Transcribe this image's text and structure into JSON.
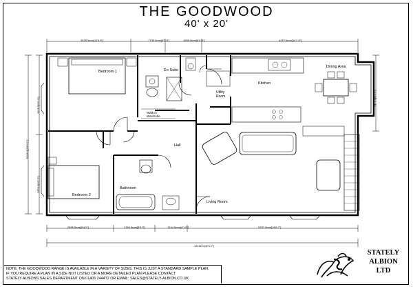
{
  "header": {
    "title": "THE GOODWOOD",
    "size": "40' x 20'"
  },
  "rooms": {
    "bedroom1": "Bedroom 1",
    "ensuite": "En-Suite",
    "walkin": "Walk-in Wardrobe",
    "utility": "Utility Room",
    "kitchen": "Kitchen",
    "dining": "Dining Area",
    "hall": "Hall",
    "bedroom2": "Bedroom 2",
    "bathroom": "Bathroom",
    "living": "Living Room"
  },
  "dimensions": {
    "top": [
      "3528.5mm[11'6.9\"]",
      "1708.0mm[5'7.0\"]",
      "1855.5mm[6'0.9\"]",
      "4315.5mm[14'1.9\"]"
    ],
    "bottom": [
      "2859.5mm[9'4.5\"]",
      "1760.5mm[5'9.3\"]",
      "1244.5mm[4'1.0\"]",
      "5707.0mm[18'8.7\"]"
    ],
    "overall_length": "12192.0[40'0.0\"]",
    "left_upper": "2878.5[9'5.3\"]",
    "left_lower": "2878.5[9'5.3\"]",
    "overall_width": "6108.0[20'0.5\"]",
    "right": "2477.5[8'1.5\"]"
  },
  "note": [
    "Note: The Goodwood range is available in a variety of sizes. This is just a standard sample plan.",
    "If you require a plan in a size not listed or a more detailed plan please contact",
    "Stately Albions sales department on 01405 244472 or email: sales@stately-albion.co.uk"
  ],
  "brand": {
    "line1": "STATELY",
    "line2": "ALBION",
    "line3": "LTD"
  }
}
